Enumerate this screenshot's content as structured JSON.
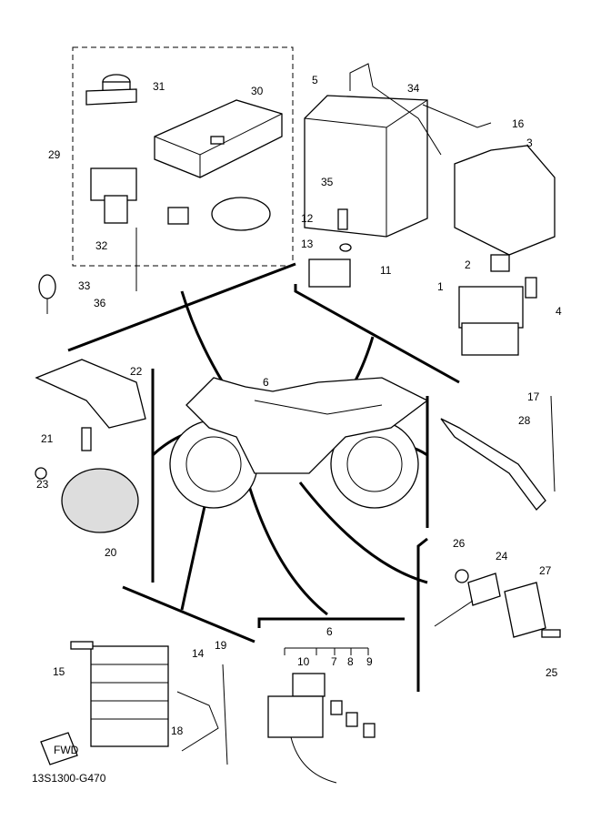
{
  "diagram_code": "13S1300-G470",
  "fwd_label": "FWD",
  "callouts": [
    "31",
    "30",
    "29",
    "32",
    "33",
    "36",
    "5",
    "34",
    "16",
    "3",
    "35",
    "12",
    "13",
    "11",
    "2",
    "1",
    "4",
    "22",
    "6",
    "21",
    "23",
    "20",
    "17",
    "28",
    "26",
    "24",
    "27",
    "25",
    "6",
    "10",
    "7",
    "8",
    "9",
    "15",
    "14",
    "19",
    "18"
  ]
}
